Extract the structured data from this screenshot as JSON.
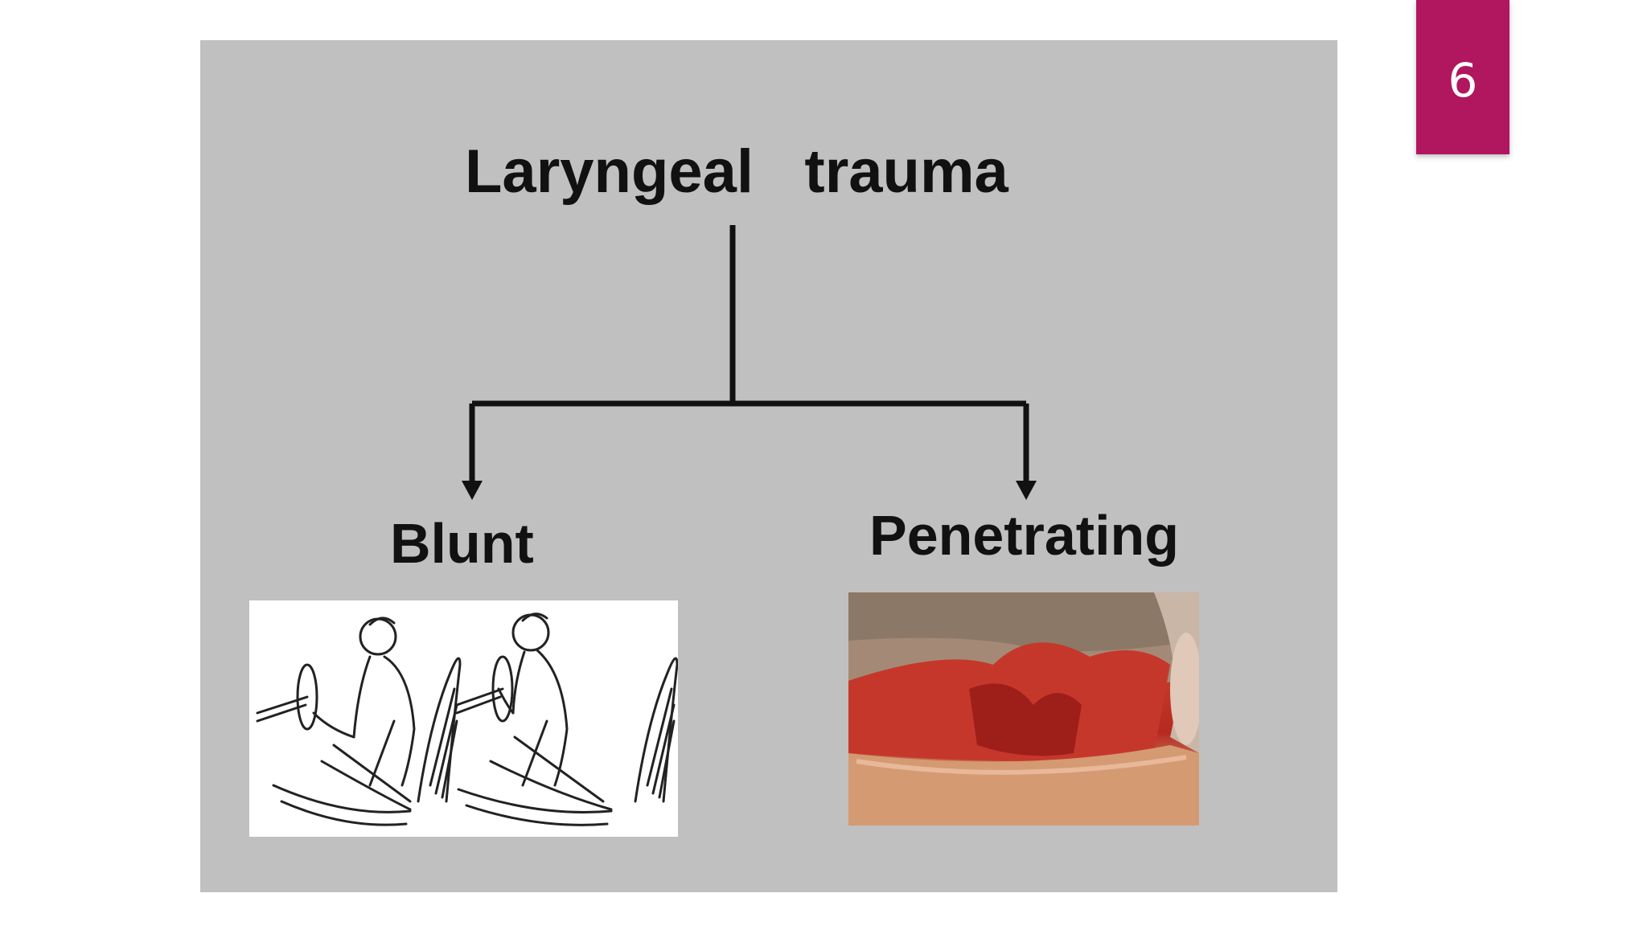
{
  "slide": {
    "page_number": "6",
    "title": "Laryngeal   trauma",
    "branches": [
      {
        "label": "Blunt",
        "image": "car-crash-illustration"
      },
      {
        "label": "Penetrating",
        "image": "neck-wound-photo"
      }
    ]
  },
  "colors": {
    "panel_bg": "#c0c0c0",
    "badge_bg": "#b0175f",
    "text": "#111111"
  }
}
